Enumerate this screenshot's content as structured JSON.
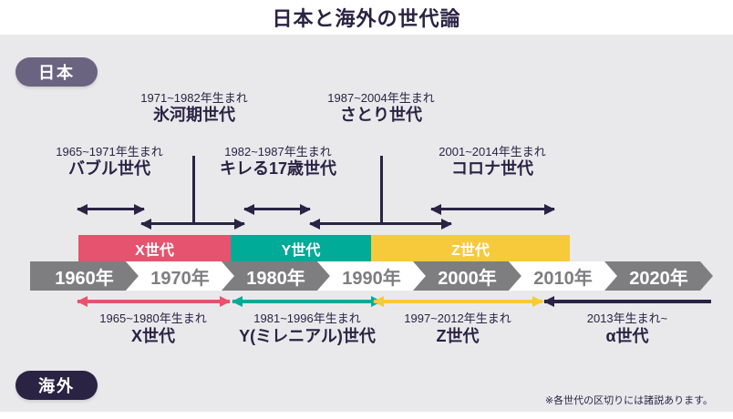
{
  "title": "日本と海外の世代論",
  "badges": {
    "japan": "日本",
    "overseas": "海外"
  },
  "japan_generations": [
    {
      "years": "1965~1971年生まれ",
      "name": "バブル世代"
    },
    {
      "years": "1971~1982年生まれ",
      "name": "氷河期世代"
    },
    {
      "years": "1982~1987年生まれ",
      "name": "キレる17歳世代"
    },
    {
      "years": "1987~2004年生まれ",
      "name": "さとり世代"
    },
    {
      "years": "2001~2014年生まれ",
      "name": "コロナ世代"
    }
  ],
  "generation_bars": [
    {
      "label": "X世代",
      "color": "#e5536f"
    },
    {
      "label": "Y世代",
      "color": "#00ab97"
    },
    {
      "label": "Z世代",
      "color": "#f6ca3a"
    }
  ],
  "timeline": {
    "decades": [
      "1960年",
      "1970年",
      "1980年",
      "1990年",
      "2000年",
      "2010年",
      "2020年"
    ]
  },
  "overseas_generations": [
    {
      "years": "1965~1980年生まれ",
      "name": "X世代",
      "color": "#e5536f"
    },
    {
      "years": "1981~1996年生まれ",
      "name": "Y(ミレニアル)世代",
      "color": "#00ab97"
    },
    {
      "years": "1997~2012年生まれ",
      "name": "Z世代",
      "color": "#f6ca3a"
    },
    {
      "years": "2013年生まれ~",
      "name": "α世代",
      "color": "#2a2343"
    }
  ],
  "footnote": "※各世代の区切りには諸説あります。",
  "colors": {
    "accent_navy": "#2a2343",
    "badge_japan": "#6b6480",
    "badge_overseas": "#2a2343",
    "timeline_gray": "#7e7e81",
    "background_gray": "#e9e9ec"
  }
}
